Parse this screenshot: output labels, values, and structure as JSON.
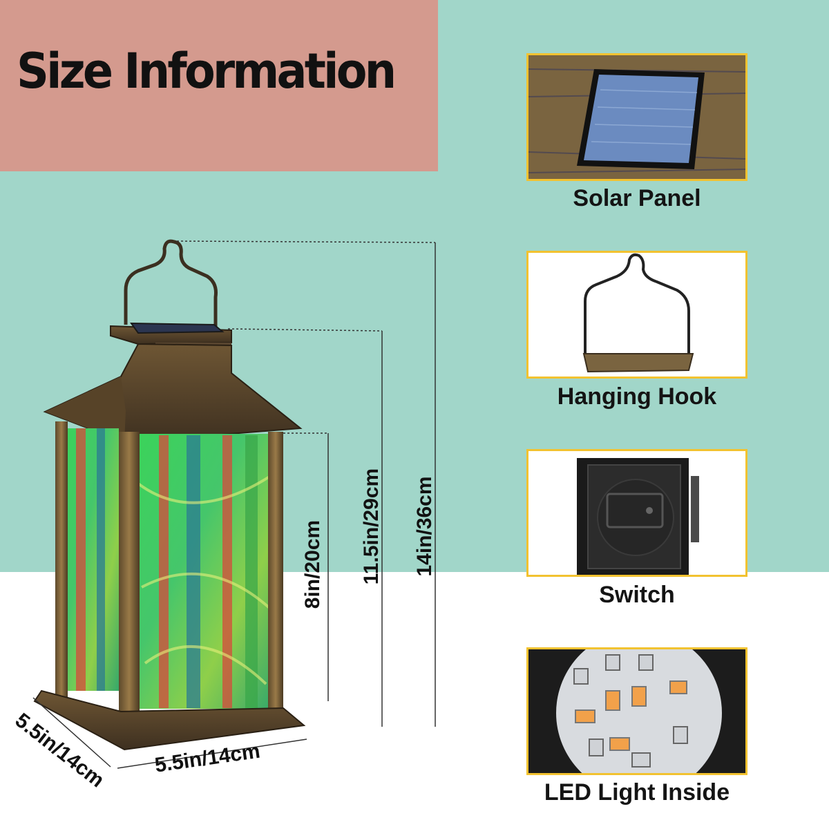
{
  "title": "Size Information",
  "features": [
    {
      "label": "Solar Panel",
      "icon": "solar-panel-photo"
    },
    {
      "label": "Hanging Hook",
      "icon": "hanging-hook-photo"
    },
    {
      "label": "Switch",
      "icon": "switch-photo"
    },
    {
      "label": "LED Light Inside",
      "icon": "led-board-photo"
    }
  ],
  "dimensions": {
    "total_height": "14in/36cm",
    "body_height": "11.5in/29cm",
    "glass_height": "8in/20cm",
    "width": "5.5in/14cm",
    "depth": "5.5in/14cm"
  },
  "colors": {
    "background_teal": "#a1d6c9",
    "title_box": "#d49a8e",
    "frame_accent": "#f2c230",
    "bronze": "#8a6a3a"
  }
}
